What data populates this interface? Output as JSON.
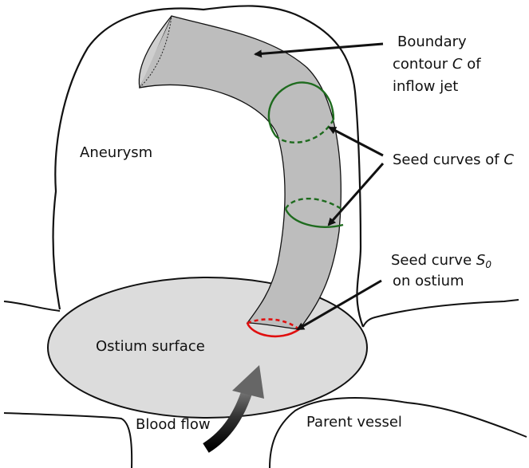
{
  "labels": {
    "aneurysm": "Aneurysm",
    "boundary_line1": "Boundary",
    "boundary_line2_pre": "contour ",
    "boundary_line2_sym": "C",
    "boundary_line2_post": " of",
    "boundary_line3": "inflow jet",
    "seed_curves_pre": "Seed curves of ",
    "seed_curves_sym": "C",
    "seed_s0_pre": "Seed curve ",
    "seed_s0_sym": "S",
    "seed_s0_sub": "0",
    "seed_s0_line2": "on ostium",
    "ostium": "Ostium surface",
    "blood_flow": "Blood flow",
    "parent_vessel": "Parent vessel"
  },
  "colors": {
    "outline": "#111111",
    "jet_fill": "#bdbdbd",
    "ostium_fill": "#dcdcdc",
    "seed_green": "#1e6b1e",
    "seed_red": "#e01010",
    "arrow": "#111111"
  }
}
